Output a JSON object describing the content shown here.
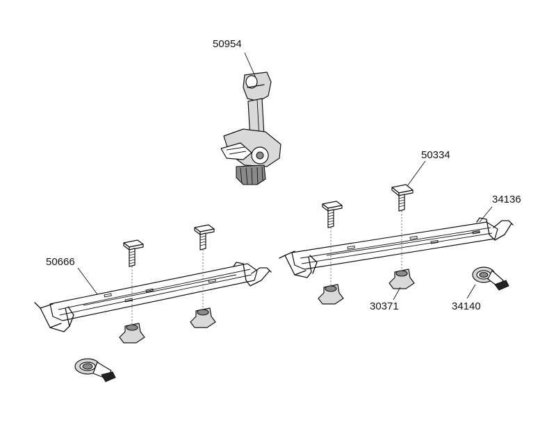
{
  "part_numbers": {
    "handlebar_mount": "50954",
    "left_channel": "50666",
    "tbolt": "50334",
    "right_channel_end": "34136",
    "tnut": "30371",
    "strap": "34140"
  }
}
